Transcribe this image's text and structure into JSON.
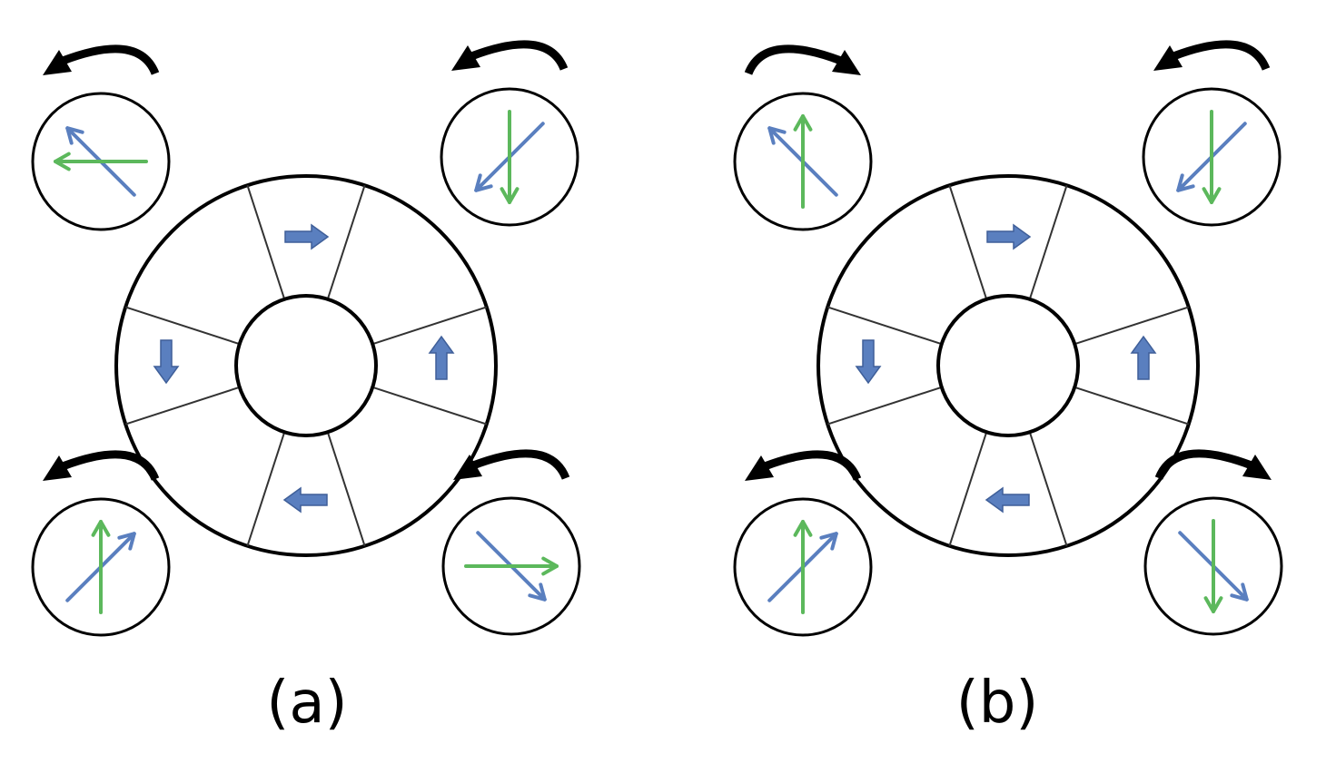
{
  "colors": {
    "outline": "#000000",
    "blue": "#5a7fbf",
    "green": "#5cb85c"
  },
  "panels": [
    {
      "caption": "(a)",
      "sector_arrows": [
        "right",
        "up",
        "left",
        "down"
      ],
      "satellites": [
        {
          "position": "top-left",
          "rotation": "counterclockwise",
          "blue": "up-left",
          "green": "left"
        },
        {
          "position": "top-right",
          "rotation": "counterclockwise",
          "blue": "down-left",
          "green": "down"
        },
        {
          "position": "bottom-left",
          "rotation": "counterclockwise",
          "blue": "up-right",
          "green": "up"
        },
        {
          "position": "bottom-right",
          "rotation": "counterclockwise",
          "blue": "down-right",
          "green": "right"
        }
      ]
    },
    {
      "caption": "(b)",
      "sector_arrows": [
        "right",
        "up",
        "left",
        "down"
      ],
      "satellites": [
        {
          "position": "top-left",
          "rotation": "clockwise",
          "blue": "up-left",
          "green": "up"
        },
        {
          "position": "top-right",
          "rotation": "counterclockwise",
          "blue": "down-left",
          "green": "down"
        },
        {
          "position": "bottom-left",
          "rotation": "counterclockwise",
          "blue": "up-right",
          "green": "up"
        },
        {
          "position": "bottom-right",
          "rotation": "clockwise",
          "blue": "down-right",
          "green": "down"
        }
      ]
    }
  ]
}
